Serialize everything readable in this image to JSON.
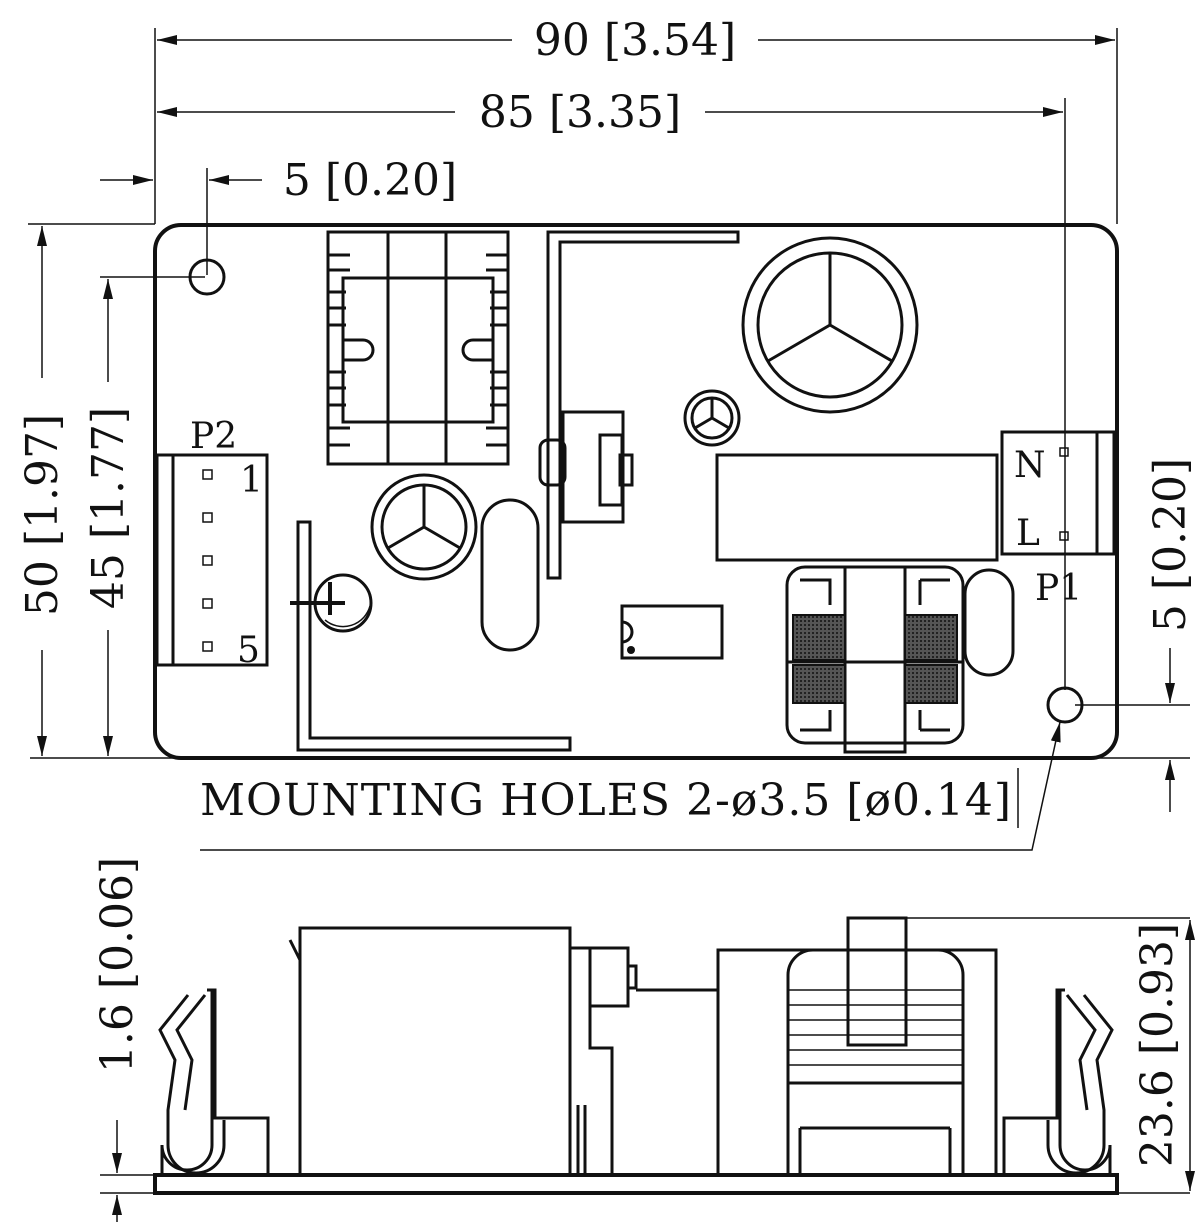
{
  "dimensions": {
    "overall_width": "90 [3.54]",
    "hole_spacing_width": "85 [3.35]",
    "hole_offset_left": "5 [0.20]",
    "overall_height": "50 [1.97]",
    "hole_spacing_height": "45 [1.77]",
    "hole_offset_right": "5 [0.20]",
    "pcb_thickness": "1.6 [0.06]",
    "overall_depth": "23.6 [0.93]"
  },
  "connectors": {
    "p2_name": "P2",
    "p2_pin_first": "1",
    "p2_pin_last": "5",
    "p1_name": "P1",
    "p1_pin_n": "N",
    "p1_pin_l": "L"
  },
  "note": "MOUNTING HOLES 2-ø3.5 [ø0.14]"
}
